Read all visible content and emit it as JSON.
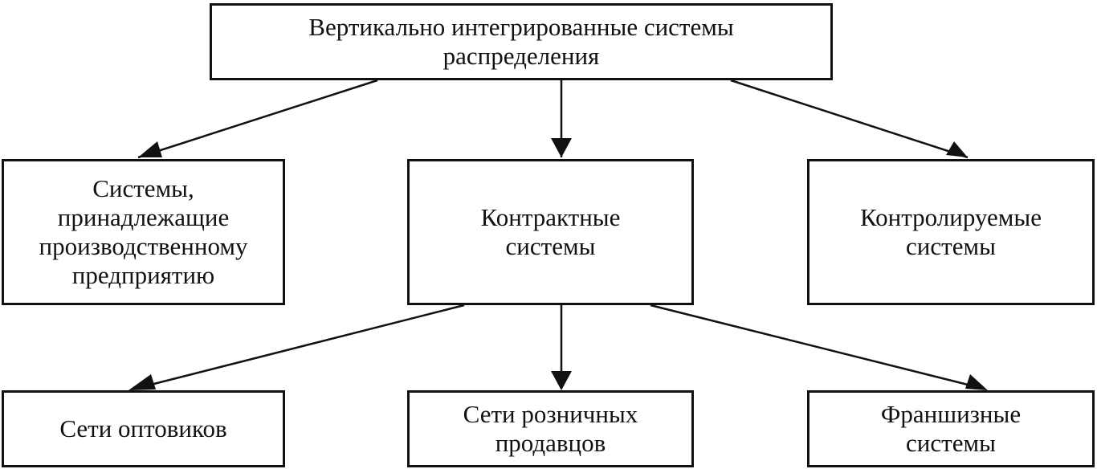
{
  "root": {
    "label": "Вертикально интегрированные системы\nраспределения"
  },
  "level1": {
    "owned": {
      "label": "Системы,\nпринадлежащие\nпроизводственному\nпредприятию"
    },
    "contract": {
      "label": "Контрактные\nсистемы"
    },
    "controlled": {
      "label": "Контролируемые\nсистемы"
    }
  },
  "level2": {
    "wholesale": {
      "label": "Сети оптовиков"
    },
    "retail": {
      "label": "Сети  розничных\nпродавцов"
    },
    "franchise": {
      "label": "Франшизные\nсистемы"
    }
  },
  "colors": {
    "line": "#111111",
    "background": "#ffffff"
  }
}
